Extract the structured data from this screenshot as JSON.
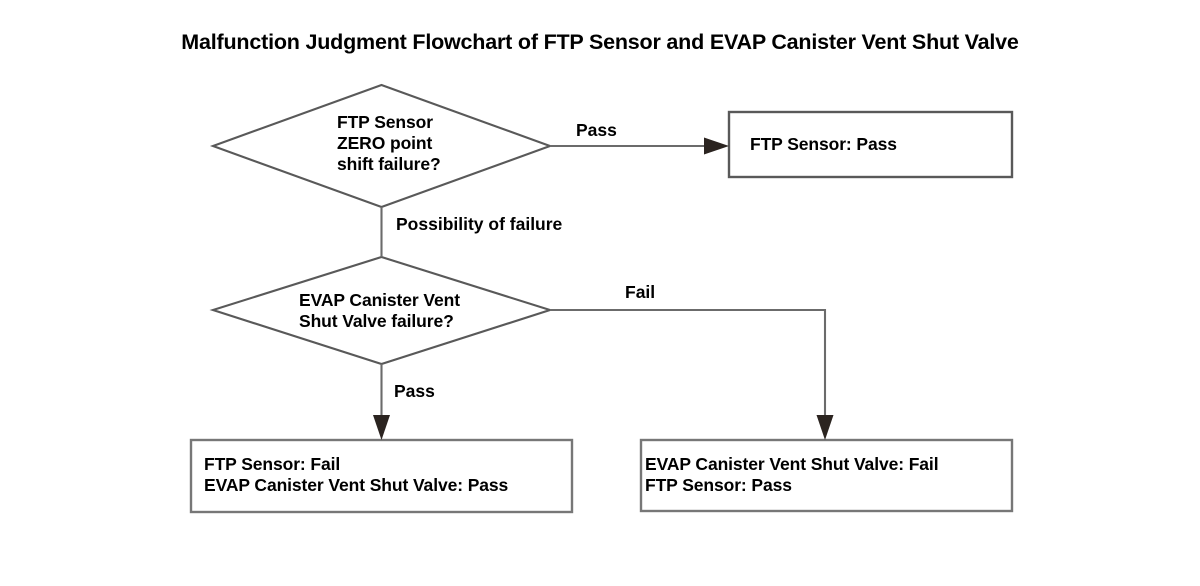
{
  "title": "Malfunction Judgment Flowchart of FTP Sensor and EVAP Canister Vent Shut Valve",
  "colors": {
    "background": "#ffffff",
    "shape_stroke": "#595959",
    "connector_stroke": "#6b6b6b",
    "arrowhead_fill": "#2b2420",
    "text": "#000000"
  },
  "nodes": {
    "decision_ftp": {
      "type": "decision",
      "lines": [
        "FTP Sensor",
        "ZERO point",
        "shift failure?"
      ]
    },
    "decision_evap": {
      "type": "decision",
      "lines": [
        "EVAP Canister Vent",
        "Shut Valve failure?"
      ]
    },
    "result_ftp_pass": {
      "type": "process",
      "lines": [
        "FTP Sensor: Pass"
      ]
    },
    "result_ftp_fail": {
      "type": "process",
      "lines": [
        "FTP Sensor: Fail",
        "EVAP Canister Vent Shut Valve: Pass"
      ]
    },
    "result_evap_fail": {
      "type": "process",
      "lines": [
        "EVAP Canister Vent Shut Valve: Fail",
        "FTP Sensor: Pass"
      ]
    }
  },
  "edges": {
    "ftp_pass": {
      "label": "Pass",
      "from": "decision_ftp",
      "to": "result_ftp_pass"
    },
    "ftp_possibility": {
      "label": "Possibility of failure",
      "from": "decision_ftp",
      "to": "decision_evap"
    },
    "evap_fail": {
      "label": "Fail",
      "from": "decision_evap",
      "to": "result_evap_fail"
    },
    "evap_pass": {
      "label": "Pass",
      "from": "decision_evap",
      "to": "result_ftp_fail"
    }
  }
}
